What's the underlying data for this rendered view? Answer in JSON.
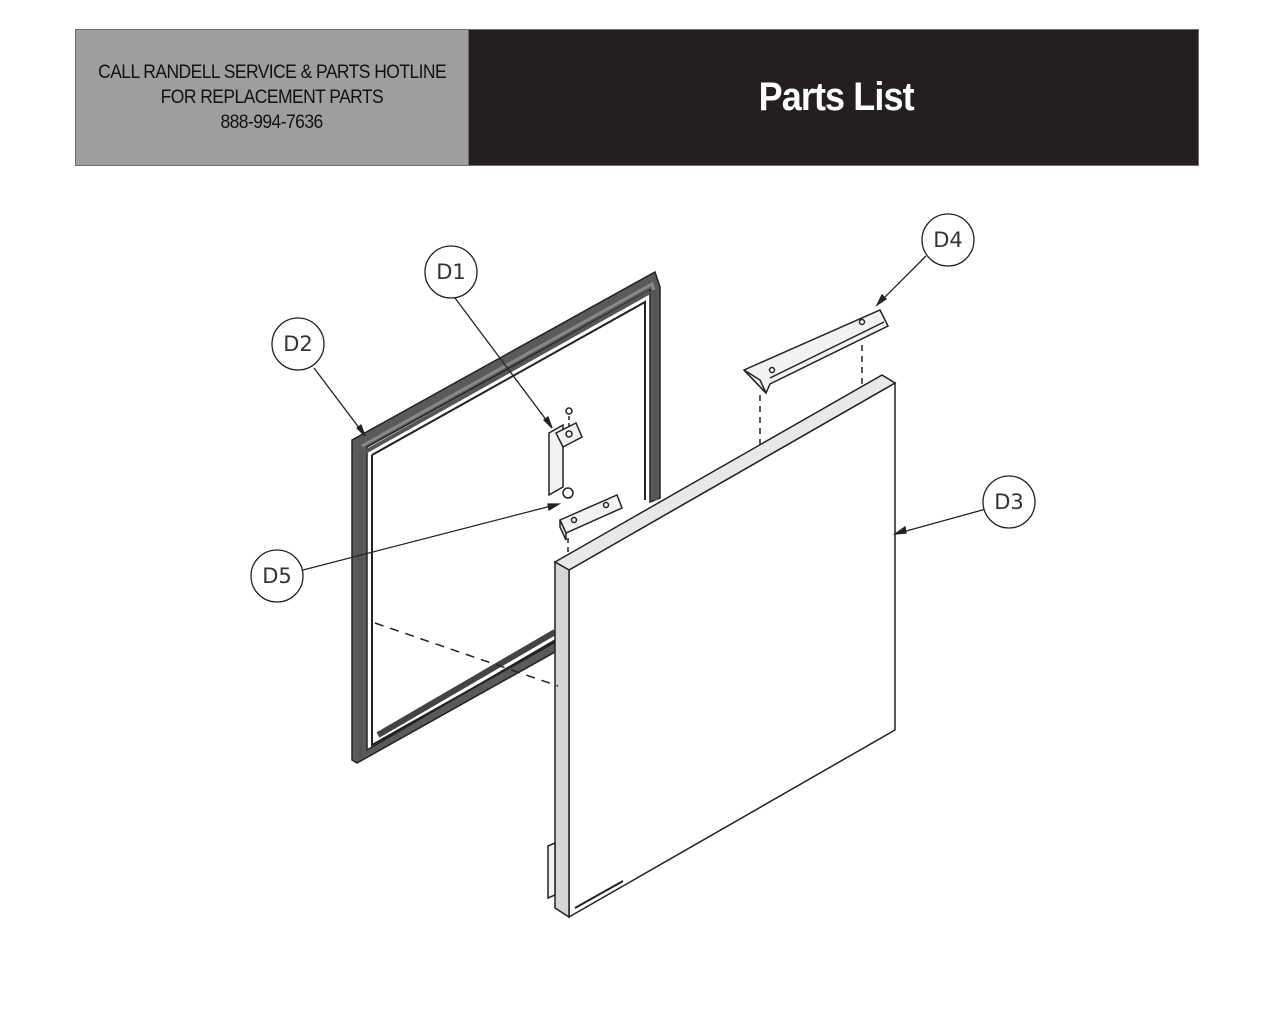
{
  "header": {
    "hotline_line1": "CALL RANDELL SERVICE & PARTS HOTLINE",
    "hotline_line2": "FOR REPLACEMENT PARTS",
    "hotline_phone": "888-994-7636",
    "title": "Parts List"
  },
  "callouts": {
    "d1": "D1",
    "d2": "D2",
    "d3": "D3",
    "d4": "D4",
    "d5": "D5"
  }
}
